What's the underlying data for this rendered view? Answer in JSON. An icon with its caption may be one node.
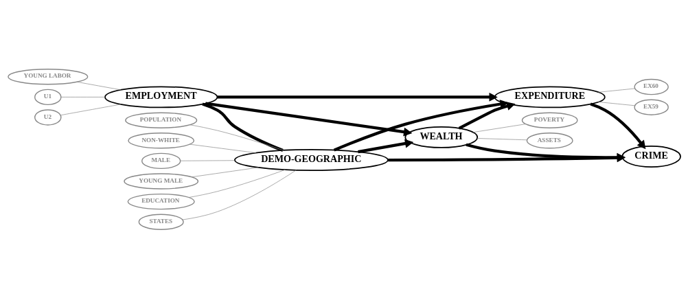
{
  "diagram": {
    "nodes": [
      {
        "text": [
          "YOUNG LABOR"
        ]
      },
      {
        "text": [
          "U1"
        ]
      },
      {
        "text": [
          "U2"
        ]
      },
      {
        "text": [
          "EMPLOYMENT"
        ]
      },
      {
        "text": [
          "POPULATION"
        ]
      },
      {
        "text": [
          "NON-WHITE"
        ]
      },
      {
        "text": [
          "MALE"
        ]
      },
      {
        "text": [
          "YOUNG MALE"
        ]
      },
      {
        "text": [
          "EDUCATION"
        ]
      },
      {
        "text": [
          "STATES"
        ]
      },
      {
        "text": [
          "DEMO-GEOGRAPHIC"
        ]
      },
      {
        "text": [
          "EXPENDITURE"
        ]
      },
      {
        "text": [
          "EX59"
        ]
      },
      {
        "text": [
          "EX60"
        ]
      },
      {
        "text": [
          "WEALTH"
        ]
      },
      {
        "text": [
          "ASSETS"
        ]
      },
      {
        "text": [
          "POVERTY"
        ]
      },
      {
        "text": [
          "CRIME"
        ]
      }
    ],
    "edges": [
      {
        "from": 0,
        "to": 3,
        "arrow": "none"
      },
      {
        "from": 1,
        "to": 3,
        "arrow": "none"
      },
      {
        "from": 2,
        "to": 3,
        "arrow": "none"
      },
      {
        "from": 4,
        "to": 10,
        "arrow": "none"
      },
      {
        "from": 5,
        "to": 10,
        "arrow": "none"
      },
      {
        "from": 6,
        "to": 10,
        "arrow": "none"
      },
      {
        "from": 7,
        "to": 10,
        "arrow": "none"
      },
      {
        "from": 8,
        "to": 10,
        "arrow": "none"
      },
      {
        "from": 9,
        "to": 10,
        "arrow": "none"
      },
      {
        "from": 11,
        "to": 12,
        "arrow": "none"
      },
      {
        "from": 11,
        "to": 13,
        "arrow": "none"
      },
      {
        "from": 14,
        "to": 15,
        "arrow": "none"
      },
      {
        "from": 14,
        "to": 16,
        "arrow": "none"
      },
      {
        "from": 3,
        "to": 10,
        "arrow": "none",
        "style": "thick",
        "color": "#000000"
      },
      {
        "from": 3,
        "to": 11,
        "arrow": "to",
        "style": "thick",
        "color": "#000000"
      },
      {
        "from": 3,
        "to": 14,
        "arrow": "to",
        "style": "thick",
        "color": "#000000"
      },
      {
        "from": 10,
        "to": 11,
        "arrow": "to",
        "style": "thick",
        "color": "#000000"
      },
      {
        "from": 10,
        "to": 14,
        "arrow": "to",
        "style": "thick",
        "color": "#000000"
      },
      {
        "from": 10,
        "to": 17,
        "arrow": "to",
        "style": "thick",
        "color": "#000000"
      },
      {
        "from": 14,
        "to": 11,
        "arrow": "to",
        "style": "thick",
        "color": "#000000"
      },
      {
        "from": 14,
        "to": 17,
        "arrow": "to",
        "style": "thick",
        "color": "#000000"
      },
      {
        "from": 11,
        "to": 17,
        "arrow": "to",
        "style": "thick",
        "color": "#000000"
      }
    ]
  }
}
